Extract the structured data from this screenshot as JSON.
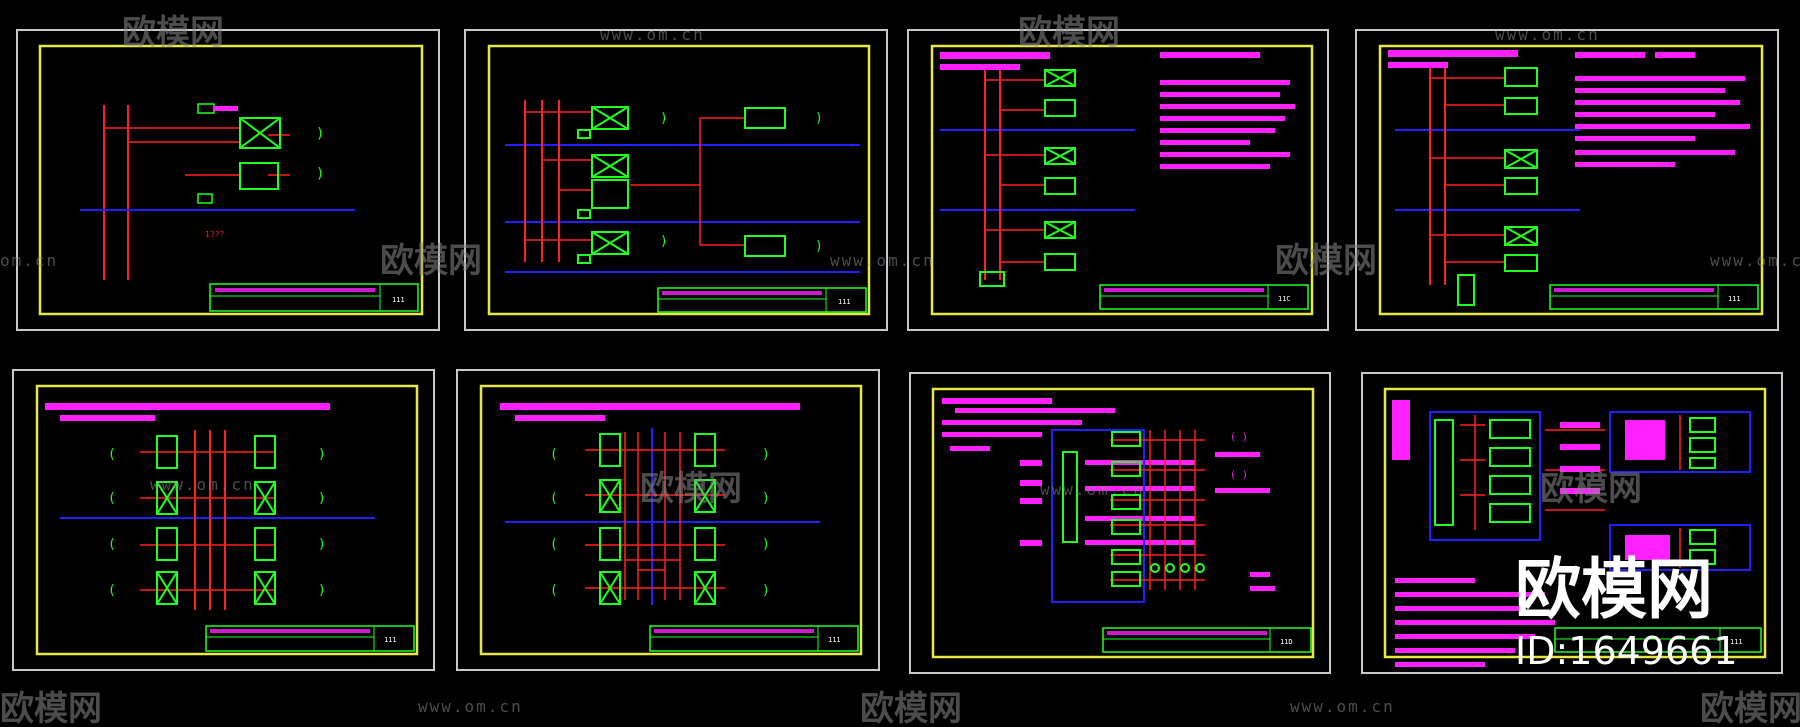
{
  "watermark": {
    "logo_text": "欧模网",
    "url_text": "www.om.cn",
    "url_fragment": "om.cn"
  },
  "brand": {
    "name": "欧模网",
    "id_text": "ID:1649661"
  },
  "colors": {
    "background": "#000000",
    "sheet_border": "#c8c8c8",
    "drawing_frame": "#e8e840",
    "wire": "#ff2020",
    "component": "#20ff20",
    "bus_line": "#2020ff",
    "note_text": "#ff20ff",
    "title_block": "#20ff20"
  },
  "sheets": [
    {
      "label": "1??? ",
      "title_no": "111"
    },
    {
      "label": "",
      "title_no": "111"
    },
    {
      "label": "",
      "title_no": "11C"
    },
    {
      "label": "",
      "title_no": "111"
    },
    {
      "label": "",
      "title_no": "111"
    },
    {
      "label": "",
      "title_no": "111"
    },
    {
      "label": "",
      "title_no": "11D"
    },
    {
      "label": "",
      "title_no": "111"
    }
  ]
}
